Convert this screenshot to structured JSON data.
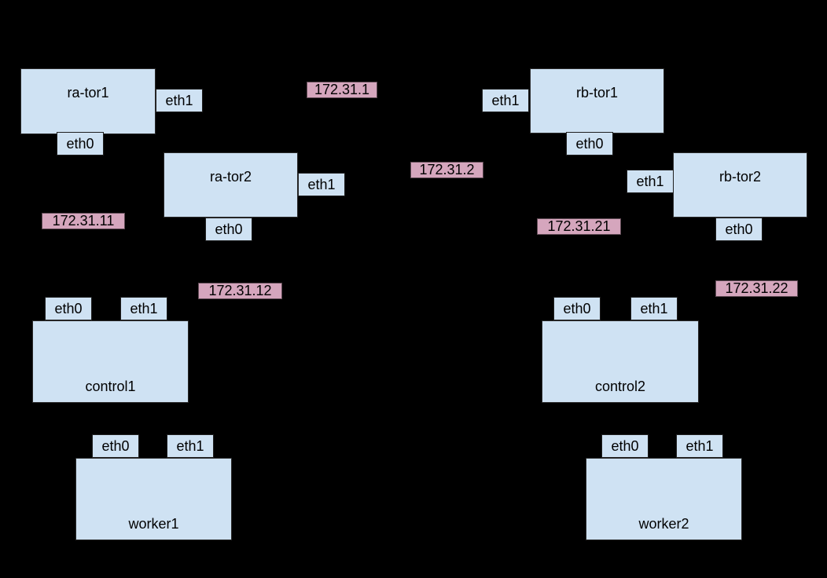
{
  "colors": {
    "background": "#000000",
    "node_fill": "#cfe2f3",
    "ip_fill": "#d5a6bd",
    "text": "#000000"
  },
  "nodes": {
    "ra_tor1": {
      "label": "ra-tor1",
      "eth0": "eth0",
      "eth1": "eth1"
    },
    "ra_tor2": {
      "label": "ra-tor2",
      "eth0": "eth0",
      "eth1": "eth1"
    },
    "rb_tor1": {
      "label": "rb-tor1",
      "eth0": "eth0",
      "eth1": "eth1"
    },
    "rb_tor2": {
      "label": "rb-tor2",
      "eth0": "eth0",
      "eth1": "eth1"
    },
    "control1": {
      "label": "control1",
      "eth0": "eth0",
      "eth1": "eth1"
    },
    "control2": {
      "label": "control2",
      "eth0": "eth0",
      "eth1": "eth1"
    },
    "worker1": {
      "label": "worker1",
      "eth0": "eth0",
      "eth1": "eth1"
    },
    "worker2": {
      "label": "worker2",
      "eth0": "eth0",
      "eth1": "eth1"
    }
  },
  "ip_labels": {
    "net_1": "172.31.1",
    "net_2": "172.31.2",
    "net_11": "172.31.11",
    "net_12": "172.31.12",
    "net_21": "172.31.21",
    "net_22": "172.31.22"
  }
}
